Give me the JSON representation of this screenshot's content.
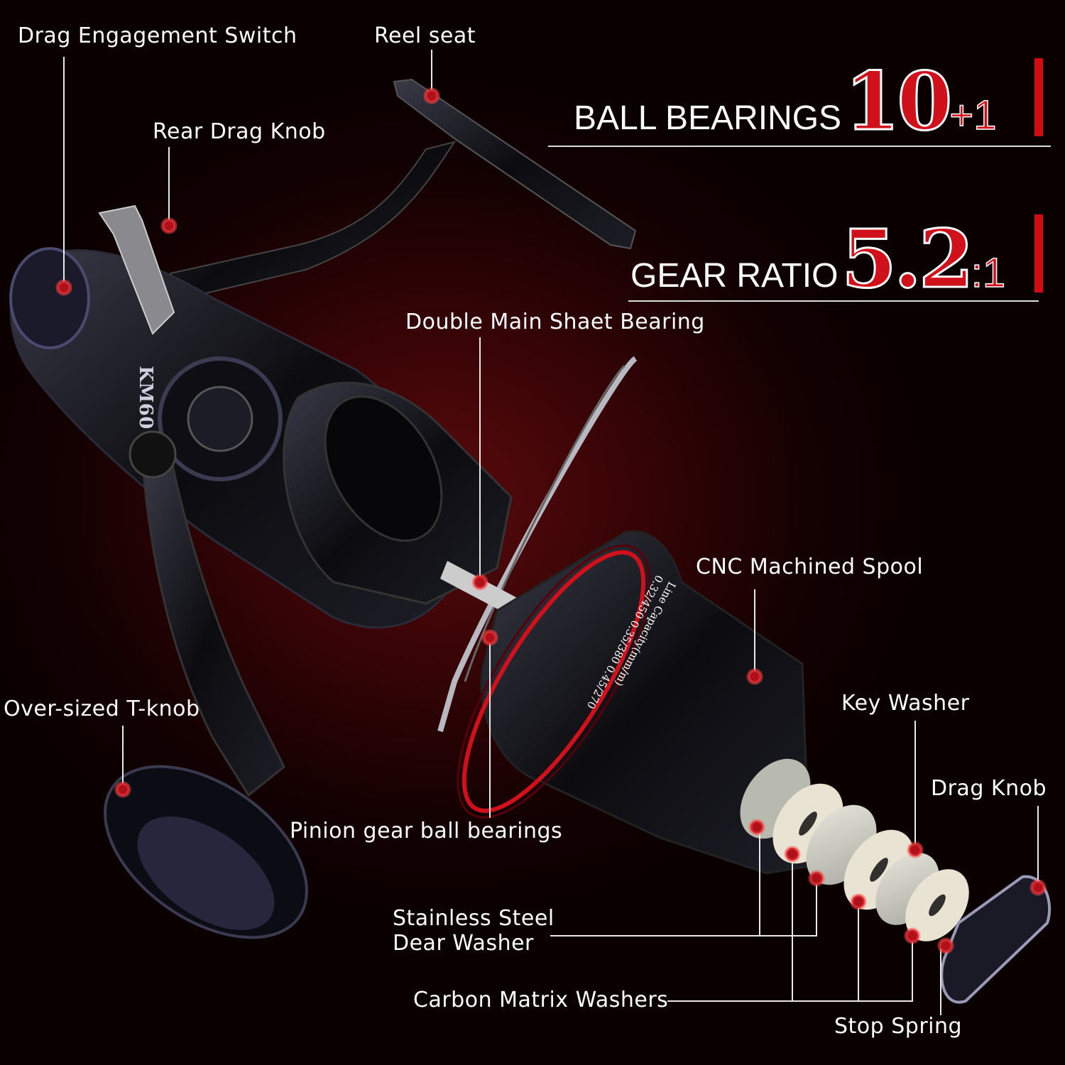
{
  "headline": {
    "ball_bearings_label": "BALL BEARINGS",
    "ball_bearings_value": "10",
    "ball_bearings_suffix": "+1",
    "gear_ratio_label": "GEAR RATIO",
    "gear_ratio_value": "5.2",
    "gear_ratio_suffix": ":1",
    "accent_color": "#d20a14"
  },
  "reel": {
    "model": "KM60",
    "spool_text": {
      "title": "Line Capacity(mm/m)",
      "rows": [
        "0.32/450",
        "0.35/380",
        "0.45/270"
      ]
    }
  },
  "callouts": {
    "drag_engagement_switch": "Drag Engagement Switch",
    "reel_seat": "Reel seat",
    "rear_drag_knob": "Rear Drag Knob",
    "double_main_shaft_bearing": "Double Main Shaet Bearing",
    "cnc_spool": "CNC Machined Spool",
    "key_washer": "Key Washer",
    "drag_knob": "Drag Knob",
    "t_knob": "Over-sized T-knob",
    "pinion_bearings": "Pinion gear ball bearings",
    "stainless_washer_line1": "Stainless Steel",
    "stainless_washer_line2": "Dear Washer",
    "carbon_washers": "Carbon Matrix Washers",
    "stop_spring": "Stop Spring"
  }
}
